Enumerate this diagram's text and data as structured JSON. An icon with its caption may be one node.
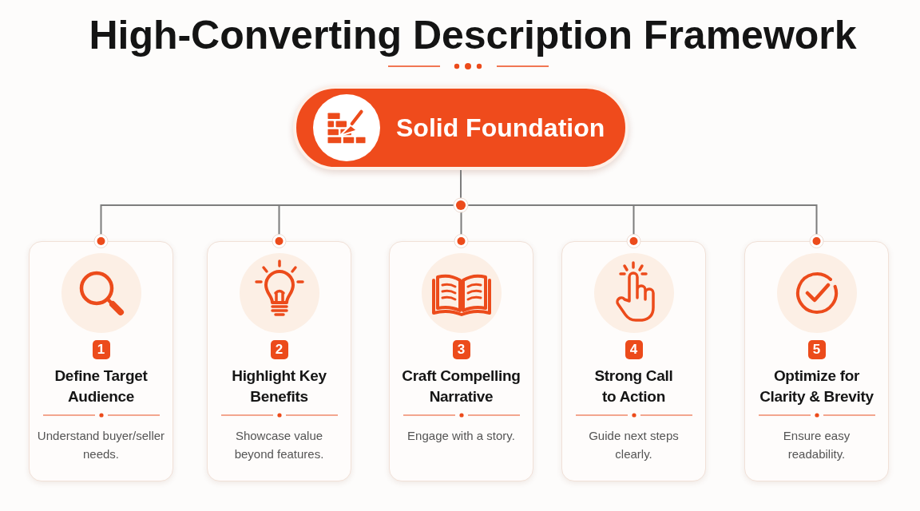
{
  "diagram": {
    "title": "High-Converting Description Framework",
    "nodes": [
      {
        "text": [
          "Solid Foundation"
        ]
      },
      {
        "text": [
          "1",
          "Define Target Audience",
          "Understand buyer/seller needs."
        ]
      },
      {
        "text": [
          "2",
          "Highlight Key Benefits",
          "Showcase value beyond features."
        ]
      },
      {
        "text": [
          "3",
          "Craft Compelling Narrative",
          "Engage with a story."
        ]
      },
      {
        "text": [
          "4",
          "Strong Call to Action",
          "Guide next steps clearly."
        ]
      },
      {
        "text": [
          "5",
          "Optimize for Clarity & Brevity",
          "Ensure easy readability."
        ]
      }
    ],
    "edges": [
      {
        "from": 0,
        "to": 1,
        "arrow": "other"
      },
      {
        "from": 0,
        "to": 2,
        "arrow": "other"
      },
      {
        "from": 0,
        "to": 3,
        "arrow": "other"
      },
      {
        "from": 0,
        "to": 4,
        "arrow": "other"
      },
      {
        "from": 0,
        "to": 5,
        "arrow": "other"
      }
    ]
  }
}
